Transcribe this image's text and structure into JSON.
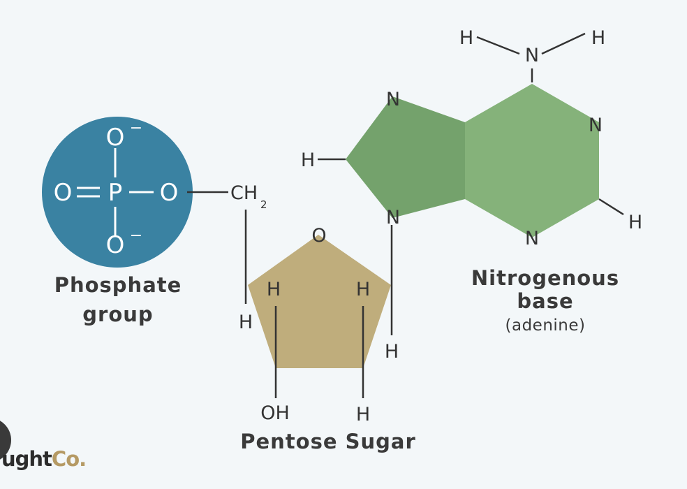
{
  "phosphate": {
    "color": "#3a82a2",
    "o_top": "O",
    "o_top_charge": "−",
    "o_left": "O",
    "p": "P",
    "o_right": "O",
    "o_bottom": "O",
    "o_bottom_charge": "−",
    "label_line1": "Phosphate",
    "label_line2": "group"
  },
  "linker": {
    "ch": "CH",
    "subscript": "2"
  },
  "sugar": {
    "color": "#bfad7c",
    "ring_o": "O",
    "h_left_outer": "H",
    "h_left_inner": "H",
    "h_right_inner": "H",
    "h_right_outer": "H",
    "oh": "OH",
    "h_bottom": "H",
    "label": "Pentose Sugar"
  },
  "base": {
    "pentagon_color": "#74a26c",
    "hexagon_color": "#85b27a",
    "n_amine": "N",
    "h_amine_left": "H",
    "h_amine_right": "H",
    "n_top_pent": "N",
    "h_left": "H",
    "n_bottom_pent": "N",
    "n_right_hex": "N",
    "h_right": "H",
    "n_bottom_hex": "N",
    "label_line1": "Nitrogenous",
    "label_line2": "base",
    "label_line3": "(adenine)"
  },
  "logo": {
    "text_main": "ught",
    "text_accent": "Co."
  }
}
